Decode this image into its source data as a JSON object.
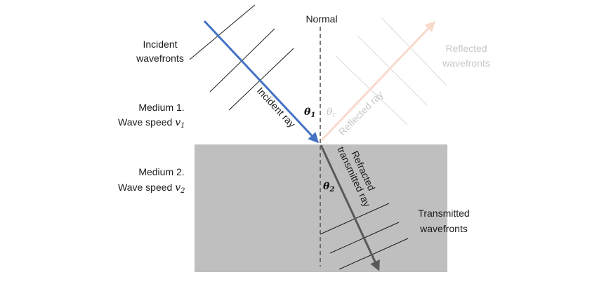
{
  "labels": {
    "normal": "Normal",
    "incident_wavefronts_1": "Incident",
    "incident_wavefronts_2": "wavefronts",
    "reflected_wavefronts_1": "Reflected",
    "reflected_wavefronts_2": "wavefronts",
    "medium1_line1": "Medium 1.",
    "medium1_line2": "Wave speed ",
    "medium1_var": "v",
    "medium1_sub": "1",
    "medium2_line1": "Medium 2.",
    "medium2_line2": "Wave speed ",
    "medium2_var": "v",
    "medium2_sub": "2",
    "incident_ray": "Incident ray",
    "reflected_ray": "Reflected ray",
    "refracted_1": "Refracted",
    "refracted_2": "transmitted ray",
    "transmitted_wavefronts_1": "Transmitted",
    "transmitted_wavefronts_2": "wavefronts",
    "theta1_sym": "θ",
    "theta1_sub": "1",
    "thetar_sym": "θ",
    "thetar_sub": "r",
    "theta2_sym": "θ",
    "theta2_sub": "2"
  },
  "colors": {
    "medium2": "#bfbfbf",
    "incident_ray": "#4472c4",
    "reflected_ray": "#f8d9cc",
    "refracted_ray": "#595959",
    "normal": "#595959",
    "reflected_wavefront": "#d9d9d9",
    "faint_text": "#c8c8c8"
  },
  "icons": {
    "incident_arrow": "arrow-head",
    "reflected_arrow": "arrow-head",
    "refracted_arrow": "arrow-head"
  }
}
